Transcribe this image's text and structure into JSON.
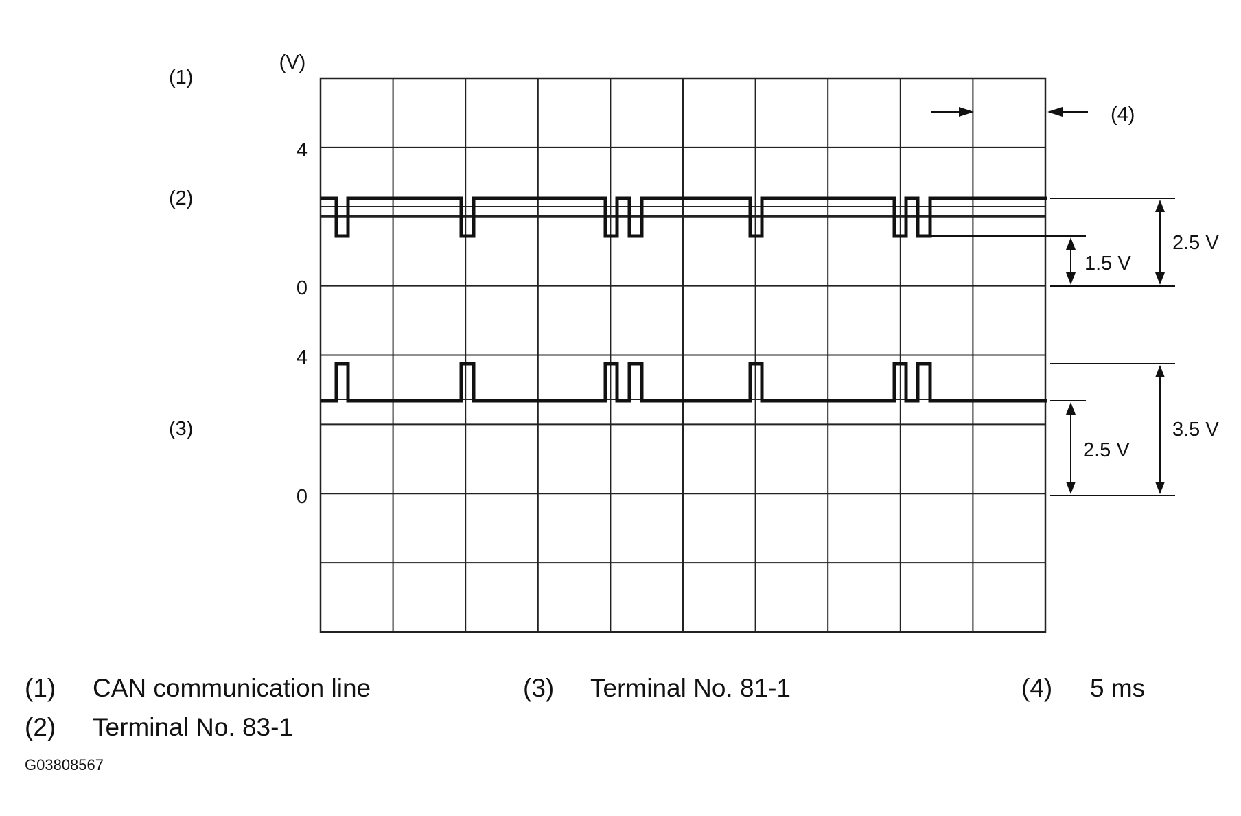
{
  "figure_code": "G03808567",
  "axis": {
    "unit_label": "(V)"
  },
  "callouts": {
    "c1": "(1)",
    "c2": "(2)",
    "c3": "(3)",
    "c4": "(4)"
  },
  "tracks": [
    {
      "id": "upper",
      "tick_top": "4",
      "tick_zero": "0",
      "dim_inner": "1.5 V",
      "dim_outer": "2.5 V"
    },
    {
      "id": "lower",
      "tick_top": "4",
      "tick_zero": "0",
      "dim_inner": "2.5 V",
      "dim_outer": "3.5 V"
    }
  ],
  "legend": [
    {
      "num": "(1)",
      "text": "CAN communication line"
    },
    {
      "num": "(2)",
      "text": "Terminal No. 83-1"
    },
    {
      "num": "(3)",
      "text": "Terminal No. 81-1"
    },
    {
      "num": "(4)",
      "text": "5 ms"
    }
  ]
}
